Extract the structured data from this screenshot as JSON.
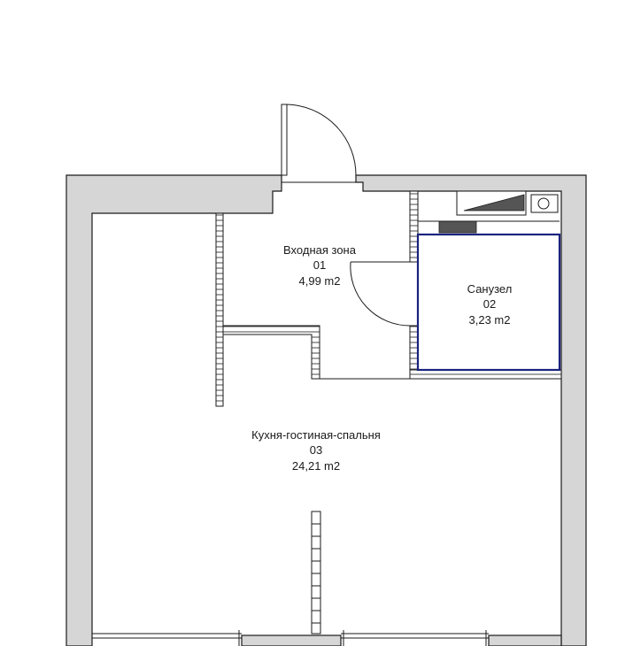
{
  "rooms": [
    {
      "name": "Входная зона",
      "number": "01",
      "area": "4,99 m2"
    },
    {
      "name": "Санузел",
      "number": "02",
      "area": "3,23 m2"
    },
    {
      "name": "Кухня-гостиная-спальня",
      "number": "03",
      "area": "24,21 m2"
    }
  ],
  "colors": {
    "wall_fill": "#d6d6d6",
    "line": "#1a1a1a",
    "bathroom_outline": "#1a237e"
  }
}
